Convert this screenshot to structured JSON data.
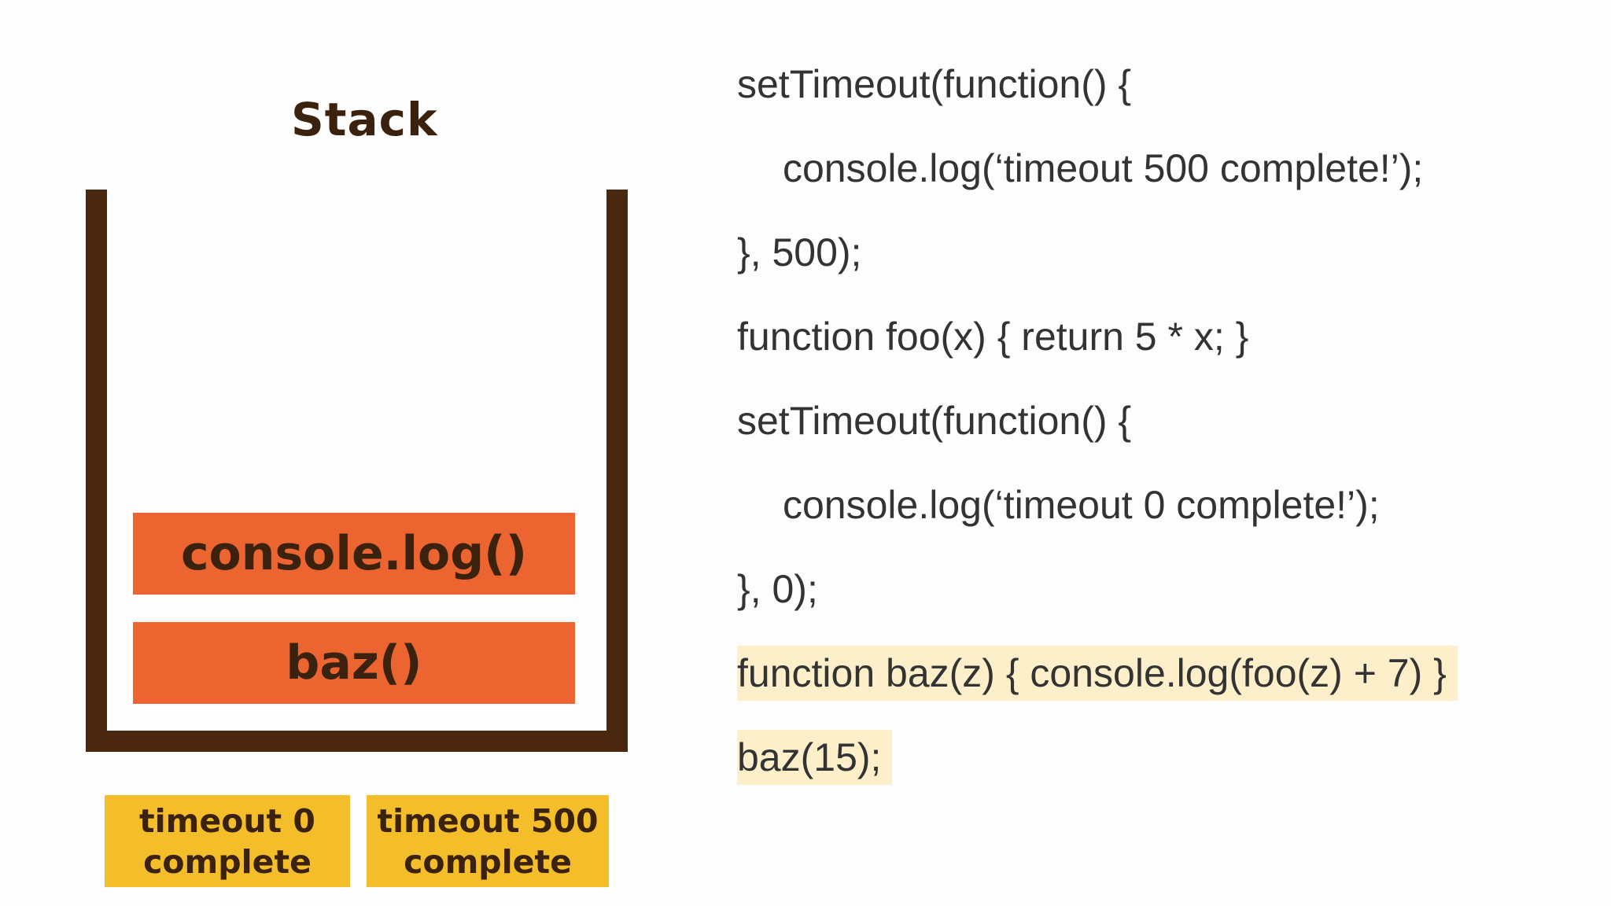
{
  "stack": {
    "title": "Stack",
    "frames": [
      "console.log()",
      "baz()"
    ]
  },
  "callback_queue": [
    "timeout 0\ncomplete",
    "timeout 500\ncomplete"
  ],
  "code": {
    "lines": [
      "setTimeout(function() {",
      "console.log(‘timeout 500 complete!’);",
      "}, 500);",
      "function foo(x) { return 5 * x; }",
      "setTimeout(function() {",
      "console.log(‘timeout 0 complete!’);",
      "}, 0);",
      "function baz(z) { console.log(foo(z) + 7) }",
      "baz(15);"
    ],
    "highlight_color": "#fcefc9"
  },
  "colors": {
    "stack_wall": "#4a2810",
    "frame_fill": "#ec6430",
    "callback_fill": "#f4bd2a",
    "label_text": "#3a220e",
    "code_text": "#333333"
  }
}
